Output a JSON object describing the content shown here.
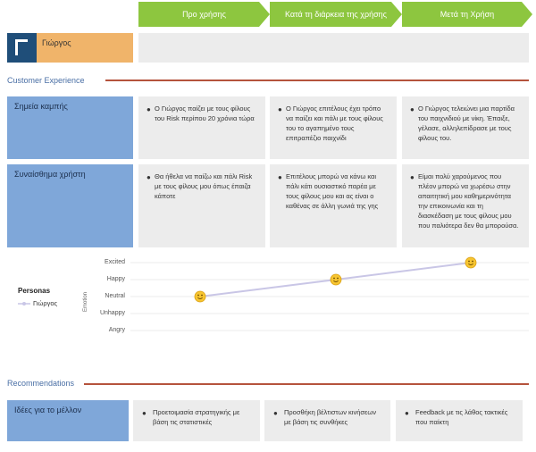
{
  "phases": [
    "Προ χρήσης",
    "Κατά τη διάρκεια της χρήσης",
    "Μετά τη Χρήση"
  ],
  "persona": {
    "name": "Γιώργος"
  },
  "sections": {
    "customer_experience": "Customer Experience",
    "recommendations": "Recommendations"
  },
  "rows": [
    {
      "label": "Σημεία καμπής",
      "cells": [
        "Ο Γιώργος παίζει με τους φίλους του Risk περίπου 20 χρόνια τώρα",
        "Ο Γιώργος επιτέλους έχει τρόπο να παίζει και πάλι με τους φίλους του το αγαπημένο τους επιτραπέζιο παιχνίδι",
        "Ο Γιώργος τελειώνει μια παρτίδα του παιχνιδιού με νίκη. Έπαιξε, γέλασε, αλληλεπίδρασε με τους φίλους του."
      ]
    },
    {
      "label": "Συναίσθημα χρήστη",
      "cells": [
        "Θα ήθελα να παίζω και πάλι Risk με τους φίλους μου όπως έπαιζα κάποτε",
        "Επιτέλους μπορώ να κάνω και πάλι κάτι ουσιαστικό παρέα με τους φίλους μου και ας είναι ο καθένας σε άλλη γωνιά της γης",
        "Είμαι πολύ χαρούμενος που πλέον μπορώ να χωρέσω στην απαιτητική μου καθημερινότητα την επικοινωνία και τη διασκέδαση με τους φίλους μου που παλιότερα δεν θα μπορούσα."
      ]
    }
  ],
  "chart_data": {
    "type": "line",
    "ylabel": "Emotion",
    "levels": [
      "Excited",
      "Happy",
      "Neutral",
      "Unhappy",
      "Angry"
    ],
    "categories": [
      "Προ χρήσης",
      "Κατά τη διάρκεια της χρήσης",
      "Μετά τη Χρήση"
    ],
    "legend_title": "Personas",
    "series": [
      {
        "name": "Γιώργος",
        "values": [
          "Neutral",
          "Happy",
          "Excited"
        ],
        "color": "#c9c6e6"
      }
    ]
  },
  "recommendations": {
    "label": "Ιδέες για το μέλλον",
    "items": [
      "Προετοιμασία στρατηγικής με βάση τις στατιστικές",
      "Προσθήκη βέλτιστων κινήσεων με βάση τις συνθήκες",
      "Feedback με τις λάθος τακτικές που παίκτη"
    ]
  },
  "colors": {
    "phase": "#8dc63f",
    "persona_dark": "#1f4e79",
    "persona_name": "#f0b46a",
    "label_blue": "#7fa7d9",
    "cell_grey": "#ececec",
    "rule": "#b5533c"
  }
}
